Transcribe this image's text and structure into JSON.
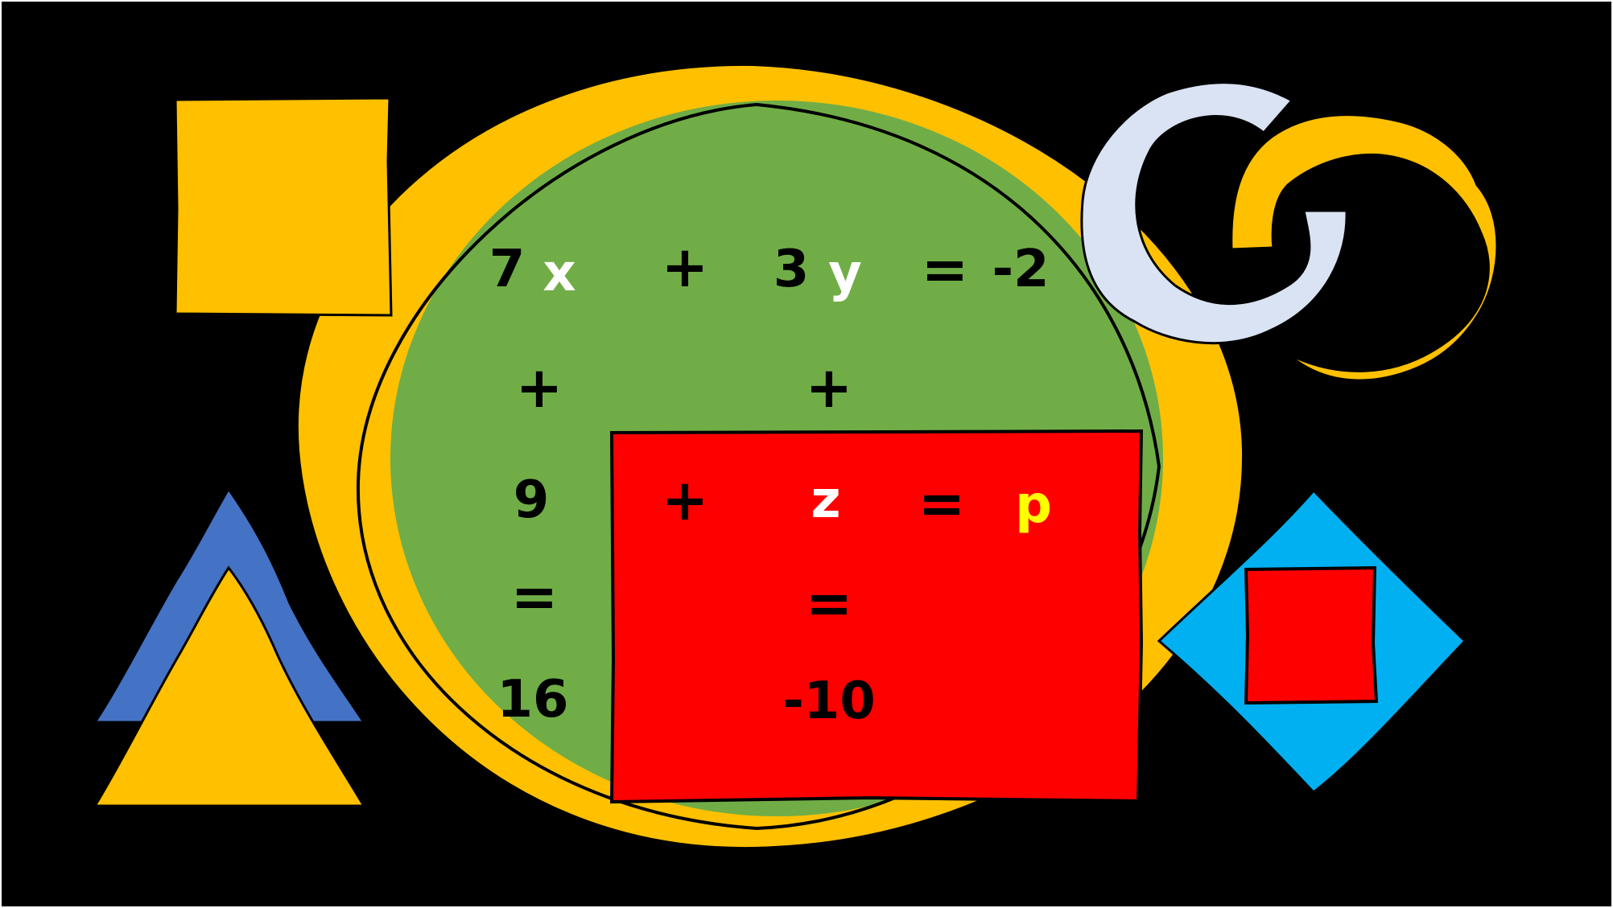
{
  "colors": {
    "background": "#000000",
    "frame": "#ffffff",
    "yellow": "#ffc000",
    "green": "#70ad47",
    "red": "#ff0000",
    "blue": "#4472c4",
    "cyan": "#00b0f0",
    "light_blue": "#dae3f3",
    "text_dark": "#000000",
    "text_white": "#ffffff",
    "text_yellow": "#ffff00"
  },
  "puzzle": {
    "row1": {
      "a": "7",
      "x": "x",
      "op1": "+",
      "b": "3",
      "y": "y",
      "eq": "=",
      "result": "-2"
    },
    "row2": {
      "op_left": "+",
      "op_right": "+"
    },
    "row3": {
      "a": "9",
      "op1": "+",
      "z": "z",
      "eq": "=",
      "result": "p"
    },
    "row4": {
      "eq_left": "=",
      "eq_right": "="
    },
    "row5": {
      "left": "16",
      "right": "-10"
    }
  },
  "shapes": {
    "left_square": "yellow-square",
    "big_circle": "yellow-green-circle",
    "triangle": "blue-yellow-triangle",
    "rings": "interlocked-rings",
    "diamond": "cyan-diamond-with-red-square",
    "red_box": "red-rectangle"
  }
}
